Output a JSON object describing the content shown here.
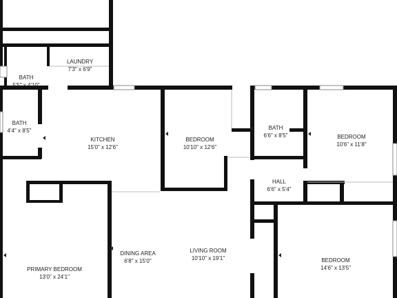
{
  "rooms": {
    "laundry": {
      "name": "LAUNDRY",
      "size": "7'3\" x 6'9\""
    },
    "bath_upper": {
      "name": "BATH",
      "size": "5'5\" x 4'10\""
    },
    "bath_left": {
      "name": "BATH",
      "size": "4'4\" x 8'5\""
    },
    "kitchen": {
      "name": "KITCHEN",
      "size": "15'0\" x 12'6\""
    },
    "bedroom_center": {
      "name": "BEDROOM",
      "size": "10'10\" x 12'6\""
    },
    "bath_center": {
      "name": "BATH",
      "size": "6'6\" x 8'5\""
    },
    "bedroom_right": {
      "name": "BEDROOM",
      "size": "10'6\" x 11'8\""
    },
    "hall": {
      "name": "HALL",
      "size": "6'6\" x 5'4\""
    },
    "dining": {
      "name": "DINING AREA",
      "size": "6'8\" x 15'0\""
    },
    "living": {
      "name": "LIVING ROOM",
      "size": "10'10\" x 19'1\""
    },
    "primary": {
      "name": "PRIMARY BEDROOM",
      "size": "13'0\" x 24'1\""
    },
    "bedroom_lower": {
      "name": "BEDROOM",
      "size": "14'6\" x 13'5\""
    }
  },
  "colors": {
    "wall": "#111111",
    "window": "#ffffff",
    "window_line": "#888888",
    "marker": "#222222"
  }
}
